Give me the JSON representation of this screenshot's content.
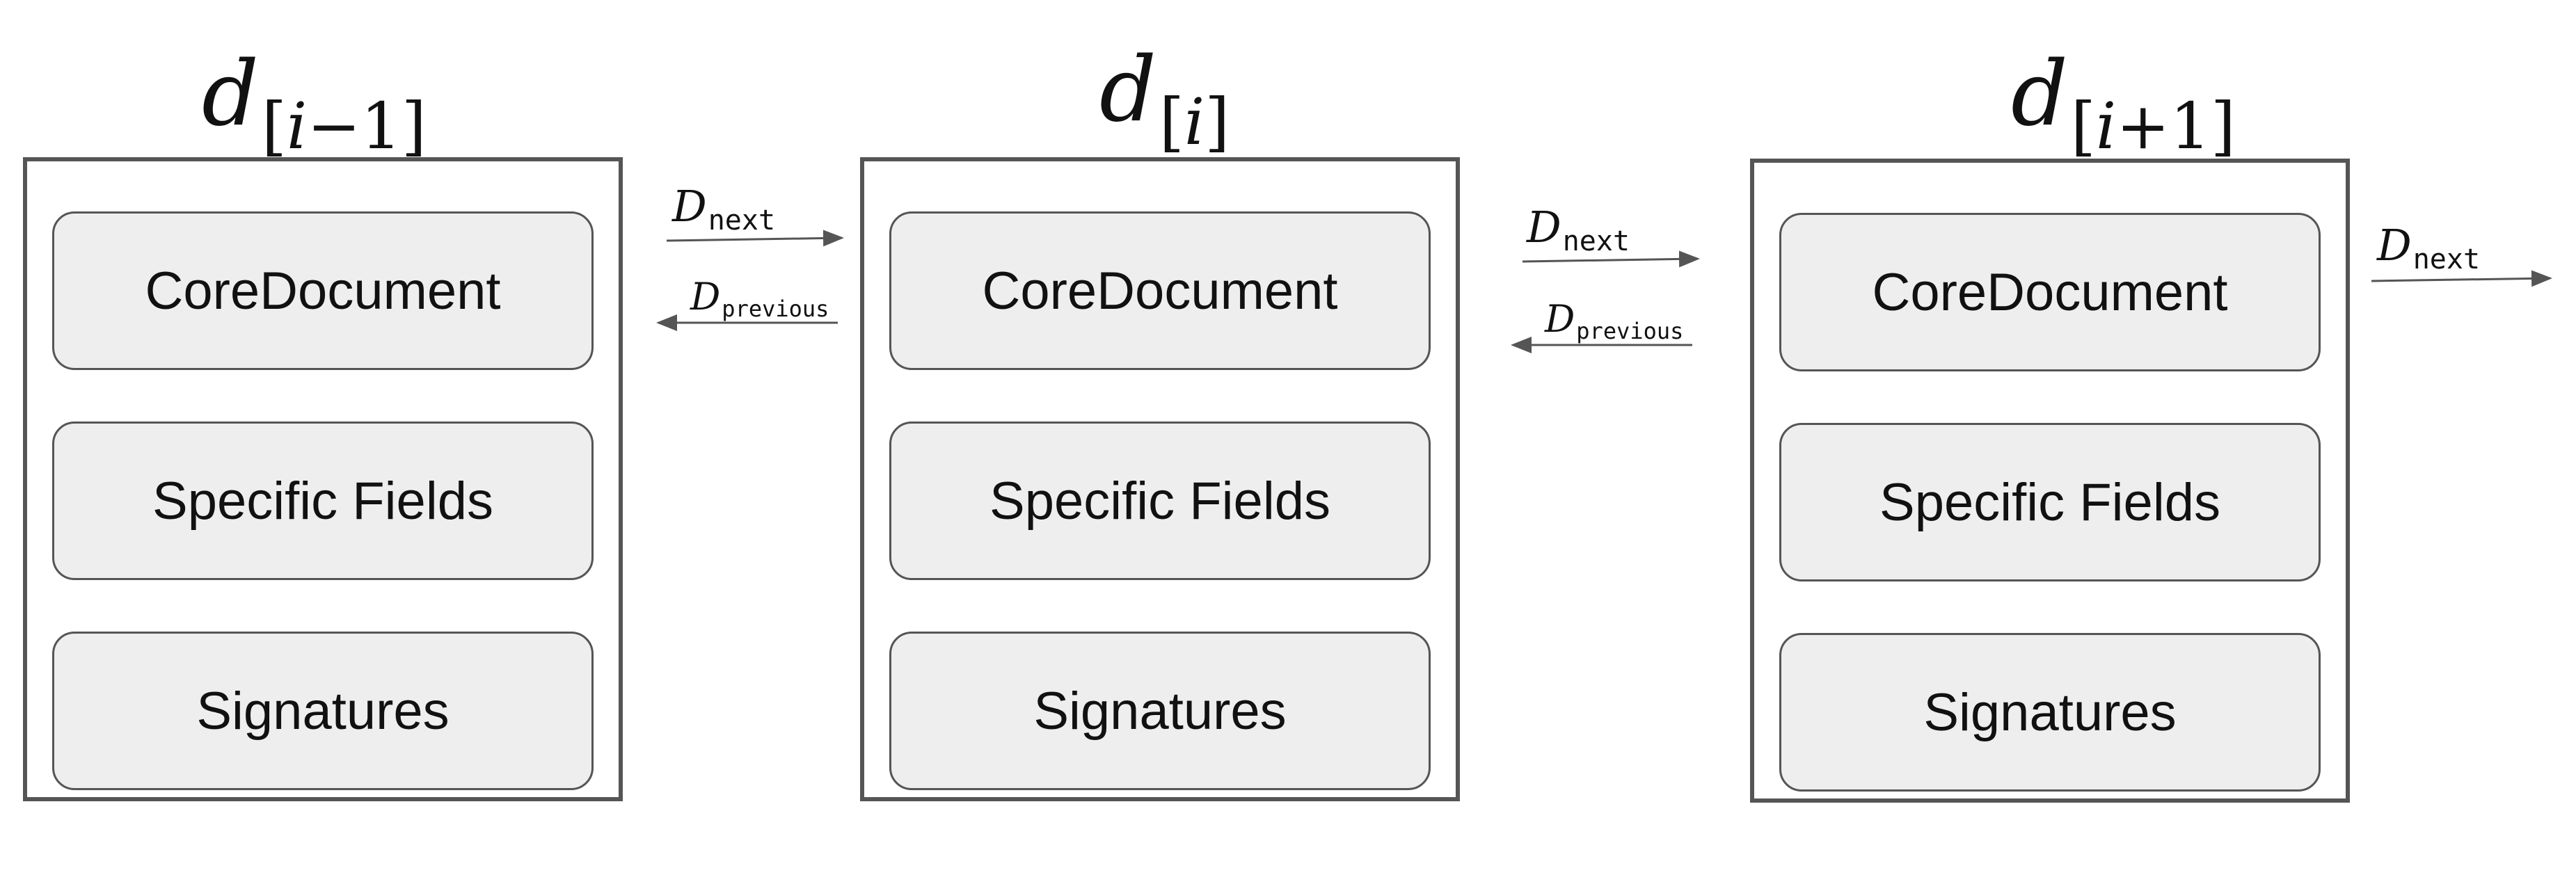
{
  "documents": [
    {
      "title_base": "d",
      "title_sub_open": "[",
      "title_sub_var": "i",
      "title_sub_op": "−1",
      "title_sub_close": "]",
      "fields": [
        "CoreDocument",
        "Specific Fields",
        "Signatures"
      ]
    },
    {
      "title_base": "d",
      "title_sub_open": "[",
      "title_sub_var": "i",
      "title_sub_op": "",
      "title_sub_close": "]",
      "fields": [
        "CoreDocument",
        "Specific Fields",
        "Signatures"
      ]
    },
    {
      "title_base": "d",
      "title_sub_open": "[",
      "title_sub_var": "i",
      "title_sub_op": "+1",
      "title_sub_close": "]",
      "fields": [
        "CoreDocument",
        "Specific Fields",
        "Signatures"
      ]
    }
  ],
  "links": {
    "symbol": "D",
    "next_label": "next",
    "previous_label": "previous"
  },
  "colors": {
    "box_border": "#555555",
    "field_fill": "#eeeeee",
    "arrow": "#555555"
  }
}
